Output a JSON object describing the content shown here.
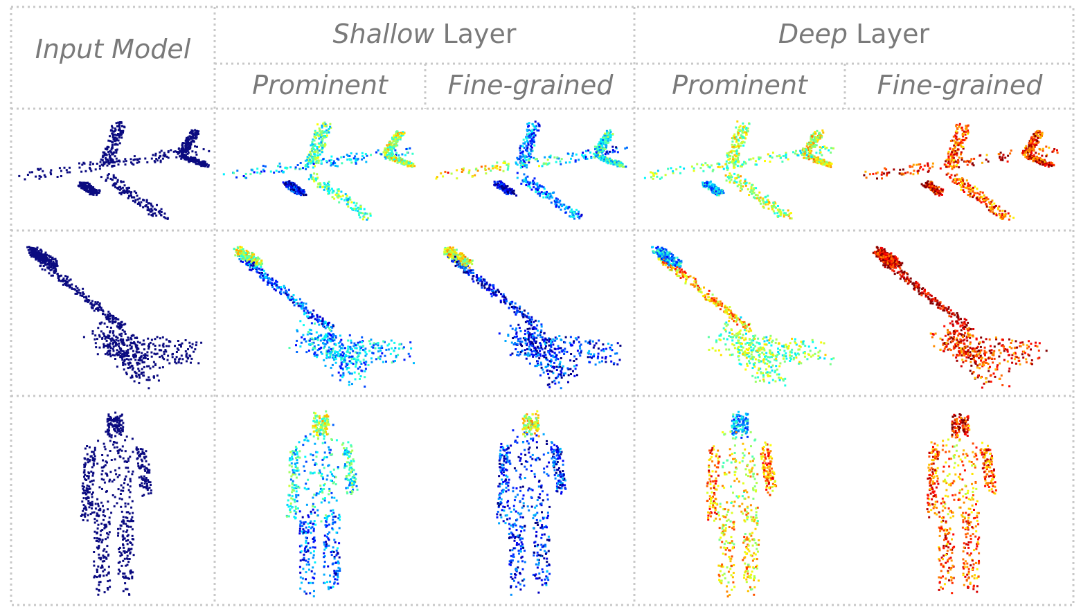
{
  "header": {
    "input_model": "Input Model",
    "shallow": {
      "italic": "Shallow",
      "rest": " Layer"
    },
    "deep": {
      "italic": "Deep",
      "rest": " Layer"
    },
    "prominent": "Prominent",
    "fine_grained": "Fine-grained"
  },
  "rows": [
    {
      "object": "airplane"
    },
    {
      "object": "guitar"
    },
    {
      "object": "person"
    }
  ],
  "columns": [
    {
      "layer": "input",
      "kind": "input"
    },
    {
      "layer": "shallow",
      "kind": "prominent"
    },
    {
      "layer": "shallow",
      "kind": "fine-grained"
    },
    {
      "layer": "deep",
      "kind": "prominent"
    },
    {
      "layer": "deep",
      "kind": "fine-grained"
    }
  ],
  "colors": {
    "grid": "#c8c8c8",
    "text": "#7a7a7a",
    "input_points": "#0a0a80",
    "colormap": "jet"
  }
}
